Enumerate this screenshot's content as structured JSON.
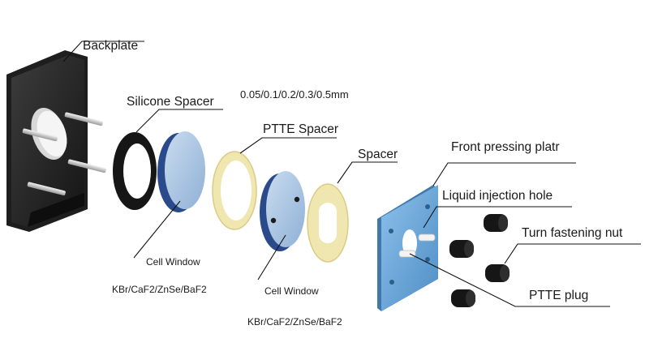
{
  "labels": {
    "backplate": "Backplate",
    "silicone_spacer": "Silicone Spacer",
    "thickness": "0.05/0.1/0.2/0.3/0.5mm",
    "ptte_spacer": "PTTE Spacer",
    "spacer": "Spacer",
    "front_pressing_plate": "Front pressing platr",
    "liquid_injection_hole": "Liquid injection hole",
    "turn_fastening_nut": "Turn fastening nut",
    "ptte_plug": "PTTE  plug",
    "cell_window_1": "Cell Window",
    "cell_window_1_materials": "KBr/CaF2/ZnSe/BaF2",
    "cell_window_2": "Cell Window",
    "cell_window_2_materials": "KBr/CaF2/ZnSe/BaF2"
  },
  "colors": {
    "backplate": "#2a2a2a",
    "silicone": "#1b1b1b",
    "window_face": "#a9c3e0",
    "window_edge": "#2a4a8c",
    "ptte_spacer": "#efe6b0",
    "front_plate": "#6aa6d8",
    "nut": "#161616"
  }
}
